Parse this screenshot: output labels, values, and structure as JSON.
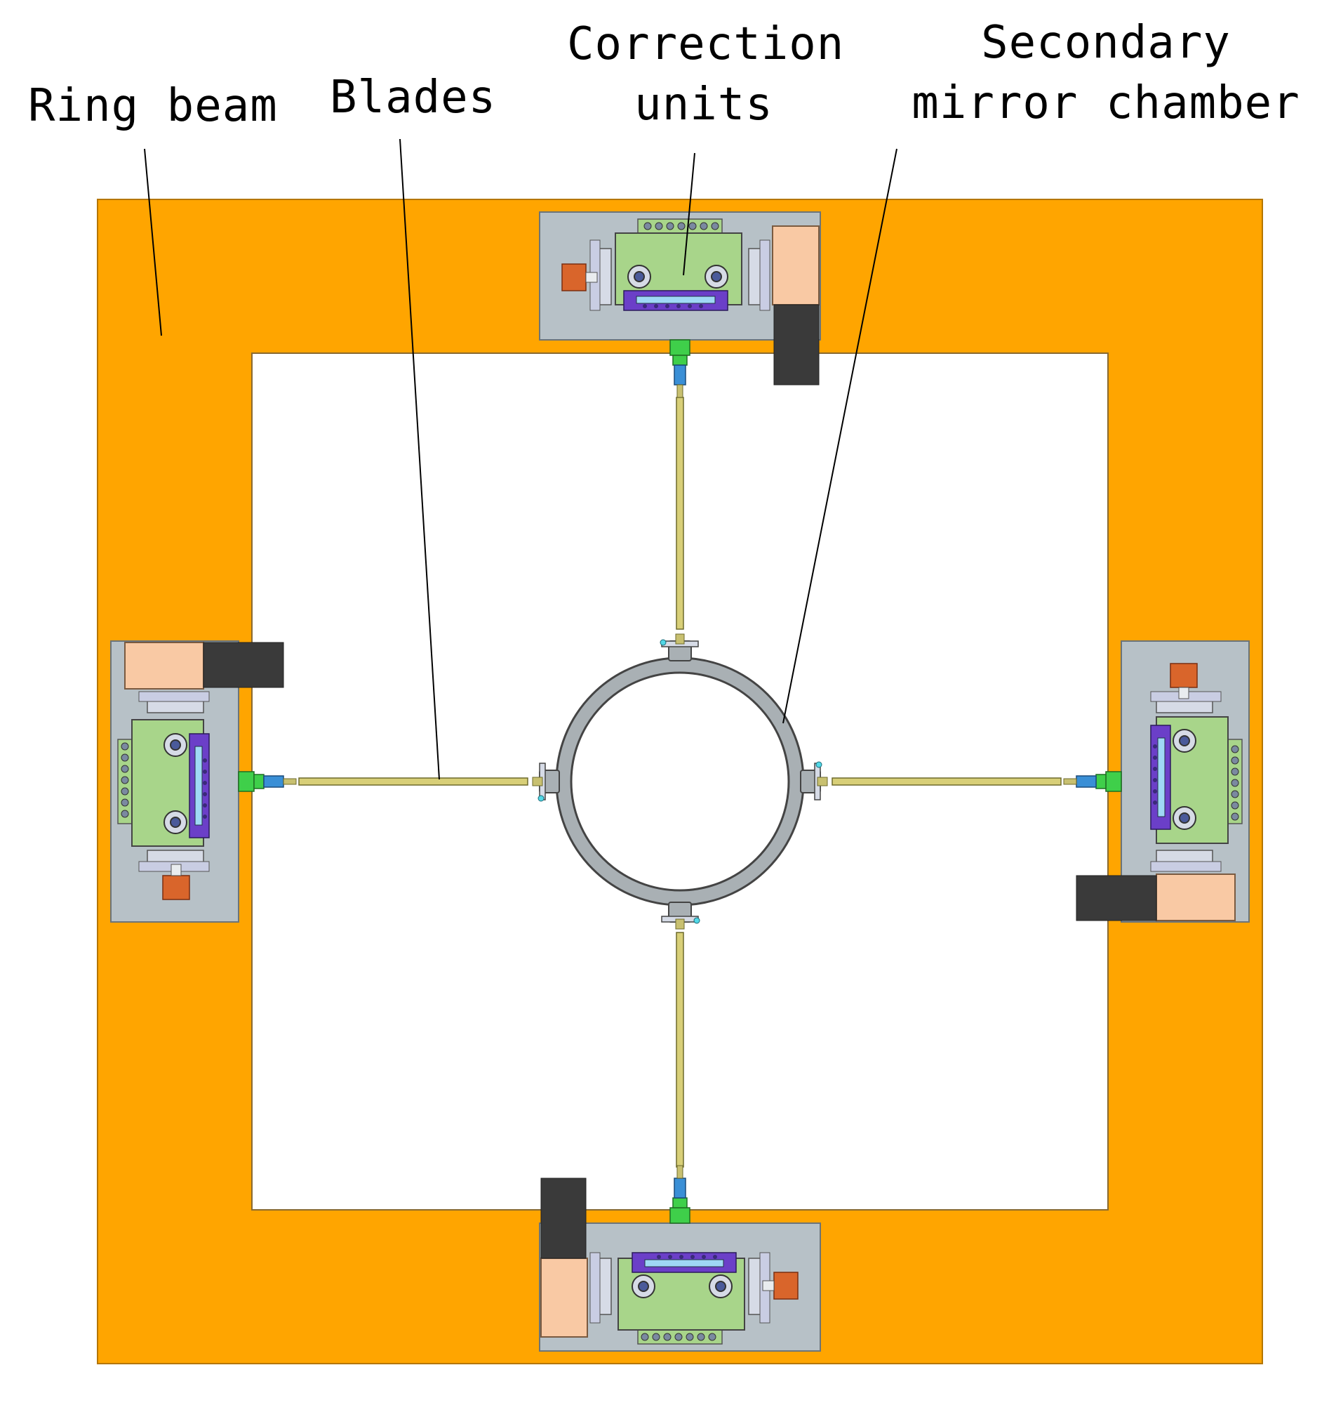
{
  "labels": {
    "ring_beam": "Ring beam",
    "blades": "Blades",
    "correction_units": {
      "line1": "Correction",
      "line2": "units"
    },
    "secondary_mirror_chamber": {
      "line1": "Secondary",
      "line2": "mirror chamber"
    }
  },
  "colors": {
    "ring_beam": "#ffa500",
    "opening": "#ffffff",
    "plate": "#b7c1c7",
    "correction_block": "#a8d58a",
    "clamp_purple": "#6b3fc8",
    "motor_body": "#f9c9a4",
    "motor_dark": "#3a3a3a",
    "motor_cap": "#d9652b",
    "blade": "#c8c070",
    "chamber": "#a9b0b4",
    "joint_green": "#3fcf4a",
    "joint_blue": "#3a8fd6",
    "line": "#000000"
  }
}
